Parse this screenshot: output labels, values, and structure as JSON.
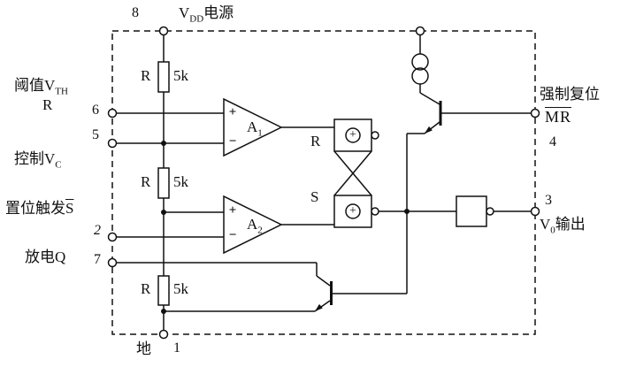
{
  "pins": {
    "p8": {
      "num": "8",
      "v": "V",
      "sub": "DD",
      "suffix": "电源"
    },
    "p6": {
      "num": "6",
      "label": "阈值V",
      "sub": "TH",
      "label2": "R"
    },
    "p5": {
      "num": "5",
      "label": "控制V",
      "sub": "C"
    },
    "p2": {
      "num": "2",
      "label": "置位触发",
      "overline": "S"
    },
    "p7": {
      "num": "7",
      "label": "放电Q"
    },
    "p1": {
      "num": "1",
      "label": "地"
    },
    "p4": {
      "num": "4",
      "label": "强制复位",
      "overline": "MR"
    },
    "p3": {
      "num": "3",
      "v": "V",
      "sub": "0",
      "suffix": "输出"
    }
  },
  "resistors": [
    {
      "name": "R",
      "value": "5k"
    },
    {
      "name": "R",
      "value": "5k"
    },
    {
      "name": "R",
      "value": "5k"
    }
  ],
  "comparators": [
    {
      "name": "A",
      "sub": "1",
      "plus": "+",
      "minus": "−"
    },
    {
      "name": "A",
      "sub": "2",
      "plus": "+",
      "minus": "−"
    }
  ],
  "flipflop": {
    "r": "R",
    "s": "S",
    "plus": "+"
  },
  "colors": {
    "line": "#111111",
    "background": "#ffffff"
  }
}
